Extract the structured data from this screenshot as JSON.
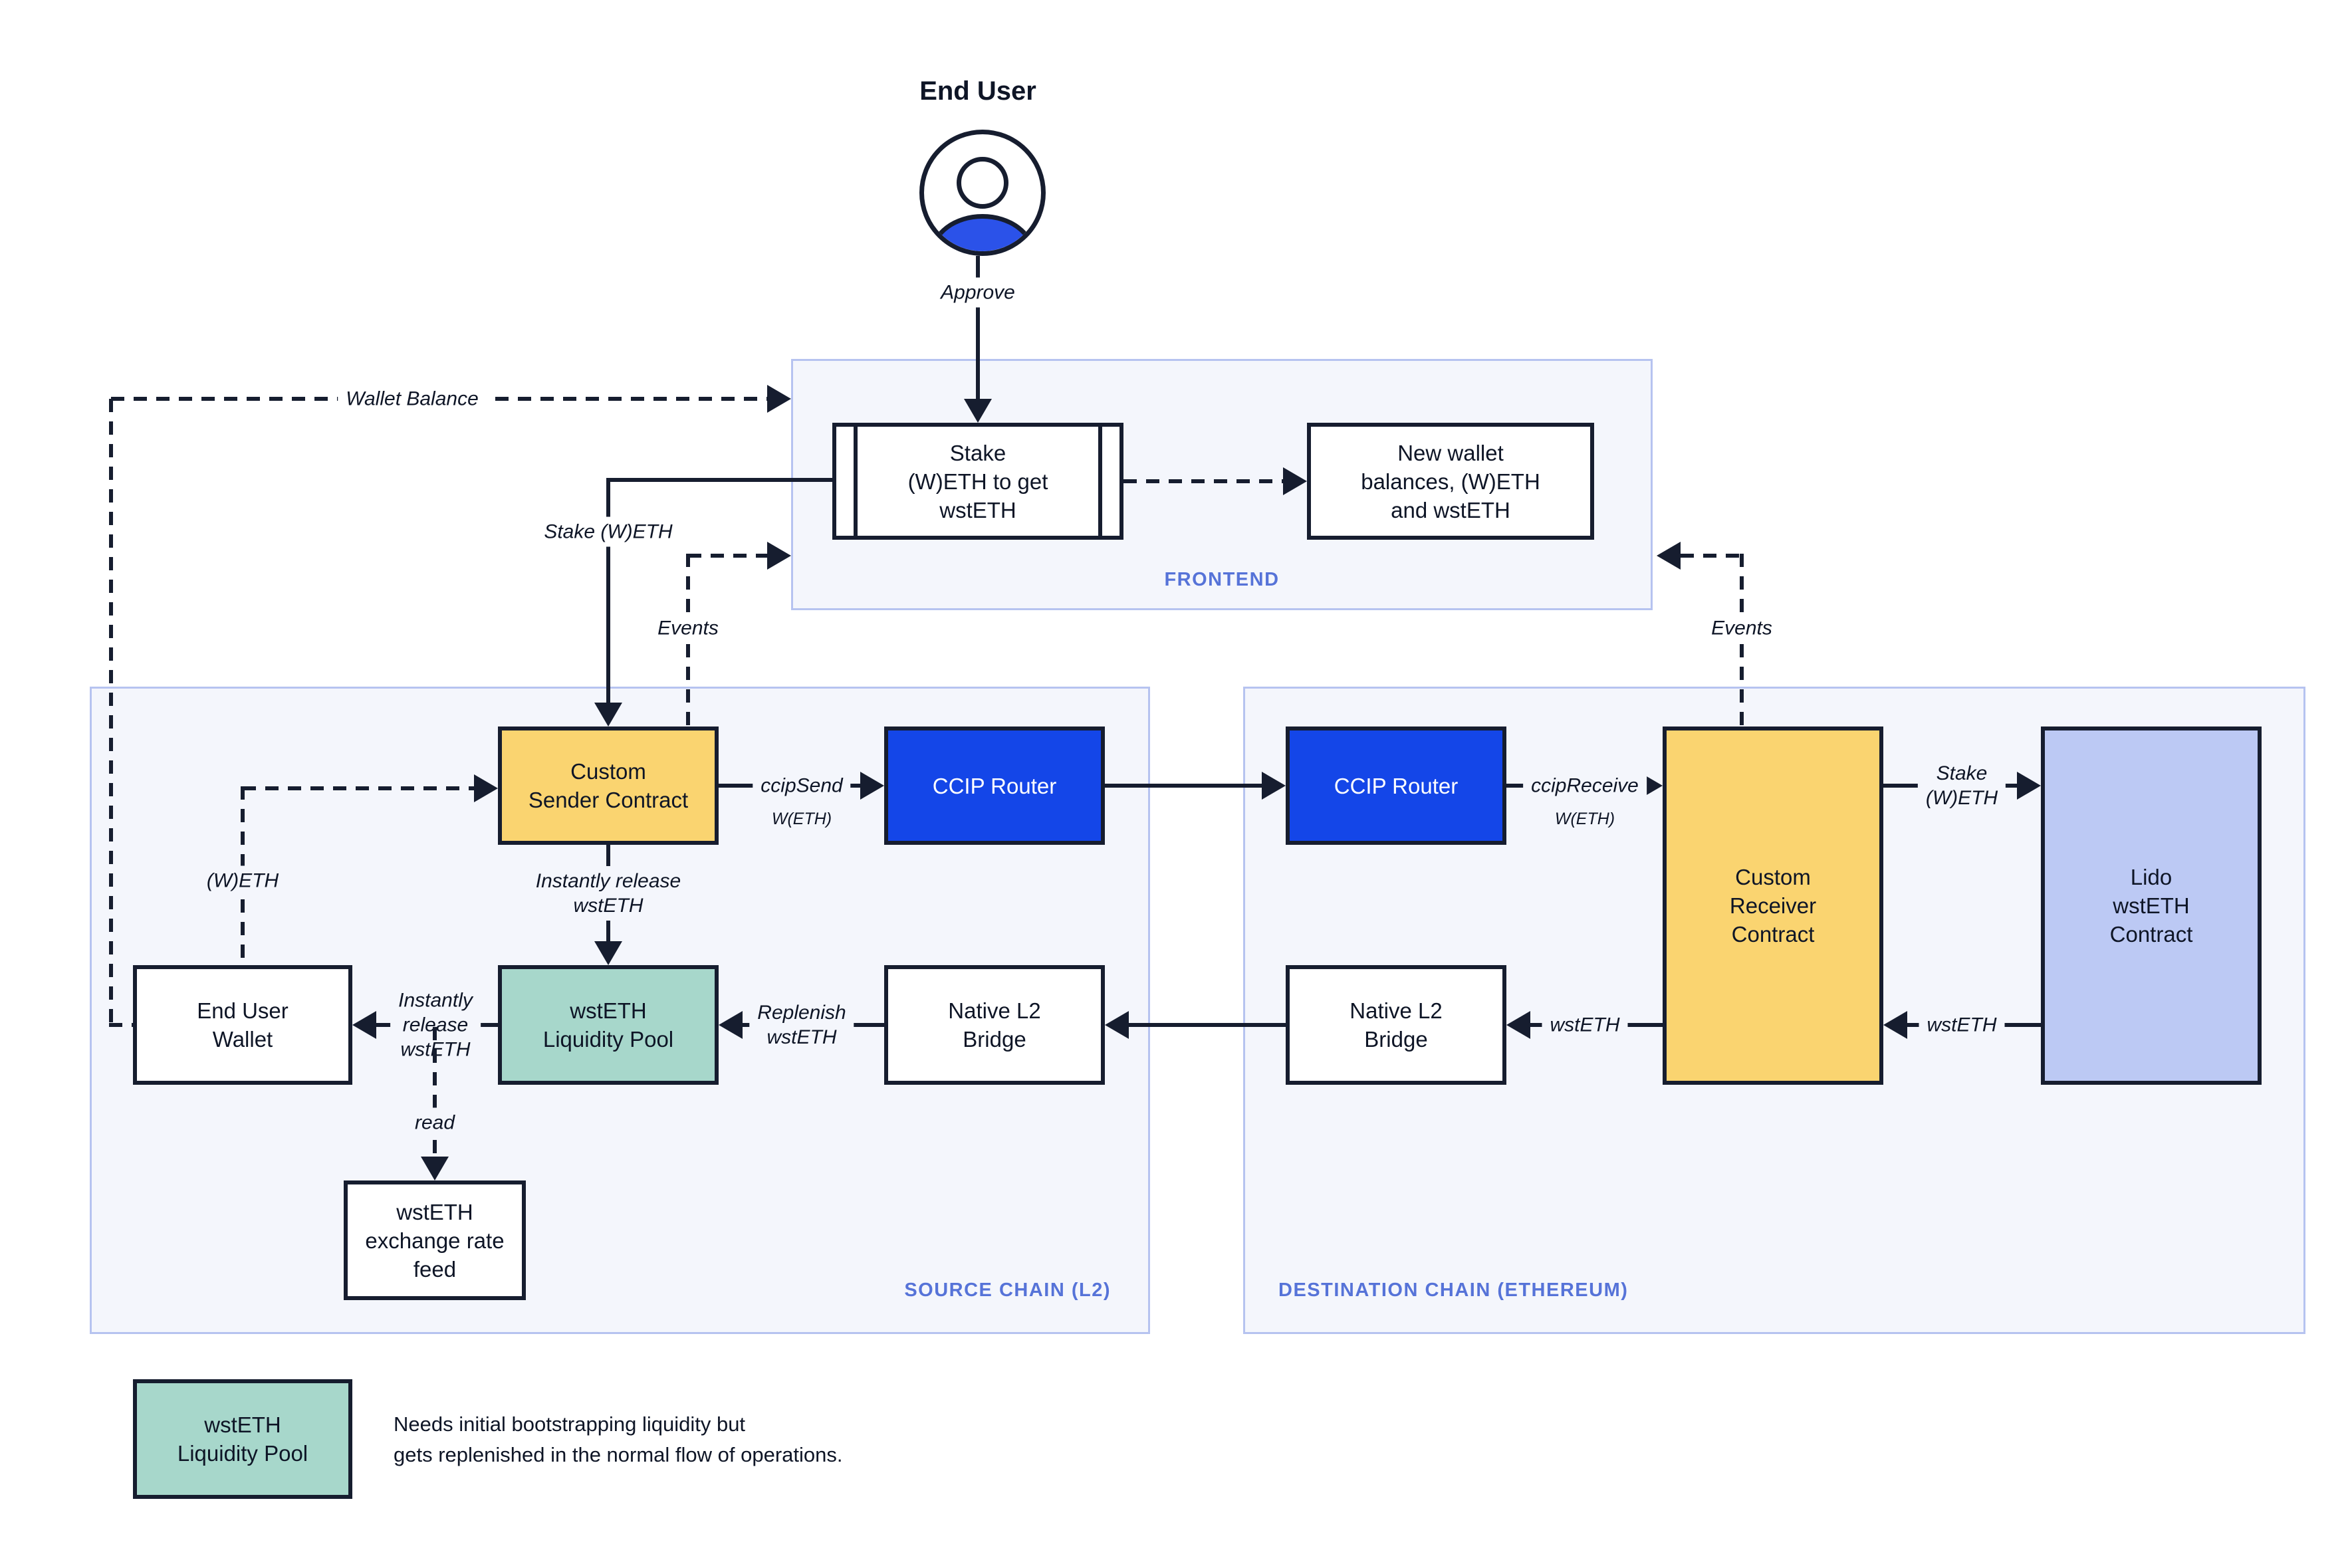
{
  "actors": {
    "end_user": "End User"
  },
  "regions": {
    "frontend": "FRONTEND",
    "source": "SOURCE CHAIN (L2)",
    "destination": "DESTINATION CHAIN (ETHEREUM)"
  },
  "nodes": {
    "stake": "Stake\n(W)ETH to get\nwstETH",
    "new_wallet": "New wallet\nbalances, (W)ETH\nand wstETH",
    "sender": "Custom\nSender Contract",
    "ccip_router_left": "CCIP Router",
    "ccip_router_right": "CCIP Router",
    "receiver": "Custom\nReceiver\nContract",
    "lido": "Lido\nwstETH\nContract",
    "wallet": "End User\nWallet",
    "pool": "wstETH\nLiquidity Pool",
    "bridge_left": "Native L2\nBridge",
    "bridge_right": "Native L2\nBridge",
    "feed": "wstETH\nexchange rate\nfeed"
  },
  "edges": {
    "approve": "Approve",
    "wallet_balance": "Wallet Balance",
    "stake_weth": "Stake (W)ETH",
    "events_left": "Events",
    "events_right": "Events",
    "ccip_send": "ccipSend",
    "ccip_send_asset": "W(ETH)",
    "ccip_receive": "ccipReceive",
    "ccip_receive_asset": "W(ETH)",
    "stake_weth_right": "Stake\n(W)ETH",
    "wsteth_from_lido": "wstETH",
    "wsteth_to_bridge": "wstETH",
    "replenish": "Replenish\nwstETH",
    "instant_release_long": "Instantly release\nwstETH",
    "instant_release_short": "Instantly\nrelease\nwstETH",
    "weth": "(W)ETH",
    "read": "read"
  },
  "legend": {
    "swatch": "wstETH\nLiquidity Pool",
    "note": "Needs initial bootstrapping liquidity but\ngets replenished in the normal flow of operations."
  },
  "colors": {
    "ink": "#161d2f",
    "yellow": "#fad470",
    "ccip_blue": "#1446e8",
    "teal": "#a7d7cb",
    "periwinkle": "#bcc9f4",
    "region_fill": "#f4f6fc",
    "region_border": "#b6c3f0",
    "label_blue": "#5673d8",
    "avatar_blue": "#2b52e9"
  }
}
